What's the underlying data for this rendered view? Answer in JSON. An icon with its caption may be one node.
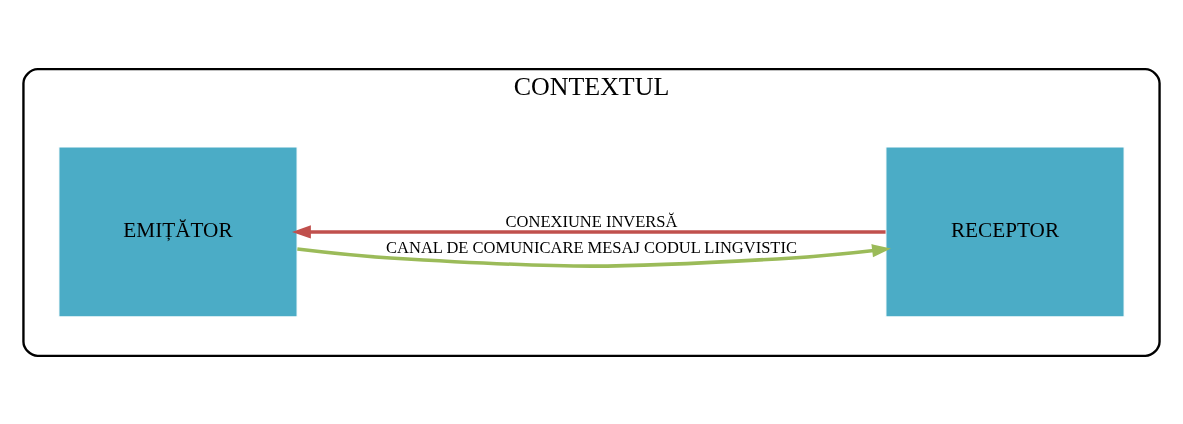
{
  "diagram": {
    "nodes": [
      {
        "text": [
          "CONTEXTUL"
        ]
      },
      {
        "text": [
          "EMIȚĂTOR"
        ],
        "in": 0
      },
      {
        "text": [
          "RECEPTOR"
        ],
        "in": 0
      }
    ],
    "edges": [
      {
        "from": 1,
        "to": 2,
        "arrow": "to",
        "label": "CANAL DE COMUNICARE MESAJ CODUL LINGVISTIC",
        "color": "#9bbb59"
      },
      {
        "from": 2,
        "to": 1,
        "arrow": "to",
        "label": "CONEXIUNE INVERSĂ",
        "color": "#c0504d"
      }
    ]
  }
}
